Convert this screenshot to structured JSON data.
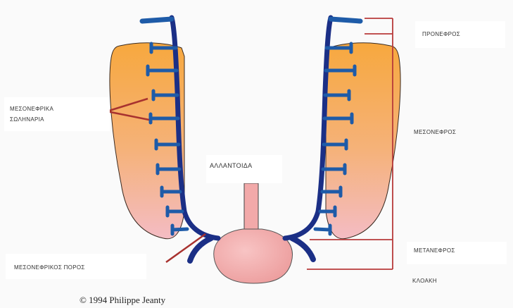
{
  "labels": {
    "pronephros": "ΠΡΟΝΕΦΡΟΣ",
    "mesonephros": "ΜΕΣΟΝΕΦΡΟΣ",
    "metanephros": "ΜΕΤΑΝΕΦΡΟΣ",
    "cloaca": "ΚΛΟΑΚΗ",
    "allantois": "ΑΛΛΑΝΤΟΙΔΑ",
    "mesonephric_tubules_line1": "ΜΕΣΟΝΕΦΡΙΚΑ",
    "mesonephric_tubules_line2": "ΣΩΛΗΝΑΡΙΑ",
    "mesonephric_duct": "ΜΕΣΟΝΕΦΡΙΚΟΣ ΠΟΡΟΣ"
  },
  "copyright": "© 1994 Philippe Jeanty",
  "colors": {
    "duct": "#1b2f86",
    "tubule": "#1e5ba8",
    "mesonephros_top": "#f7a83e",
    "mesonephros_bottom": "#f4b8b8",
    "cloaca": "#f2a9a9",
    "leader_line": "#a8322f",
    "bracket": "#b83a3a"
  }
}
